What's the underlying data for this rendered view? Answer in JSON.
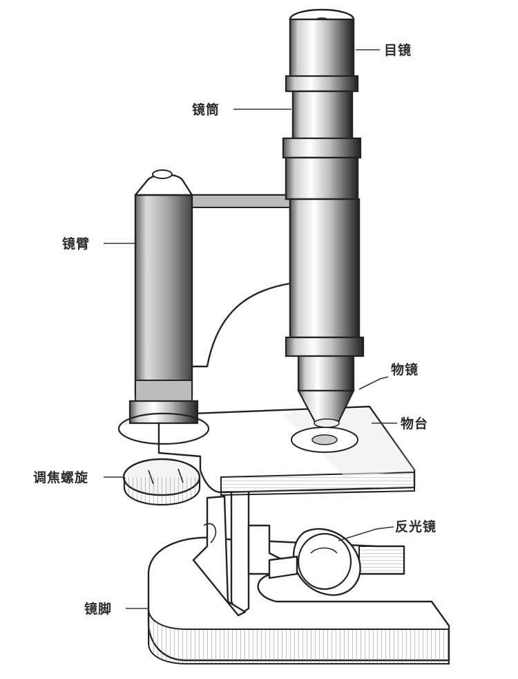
{
  "labels": {
    "eyepiece": "目镜",
    "tube": "镜筒",
    "arm": "镜臂",
    "objective": "物镜",
    "stage": "物台",
    "focus_knob": "调焦螺旋",
    "mirror": "反光镜",
    "base": "镜脚"
  }
}
